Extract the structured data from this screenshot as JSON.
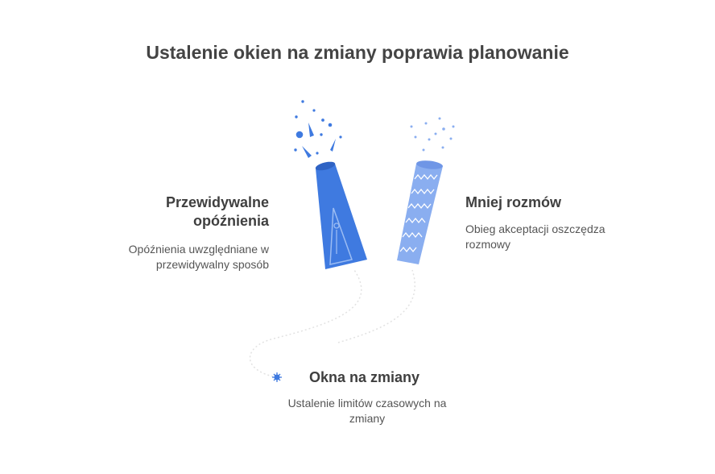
{
  "title": "Ustalenie okien na zmiany poprawia planowanie",
  "items": [
    {
      "heading": "Przewidywalne opóźnienia",
      "description": "Opóźnienia uwzględniane w przewidywalny sposób"
    },
    {
      "heading": "Mniej rozmów",
      "description": "Obieg akceptacji oszczędza rozmowy"
    },
    {
      "heading": "Okna na zmiany",
      "description": "Ustalenie limitów czasowych na zmiany"
    }
  ],
  "colors": {
    "primary_blue": "#3f7ae0",
    "light_blue": "#8aaef0",
    "trail": "#e4e4e4"
  }
}
